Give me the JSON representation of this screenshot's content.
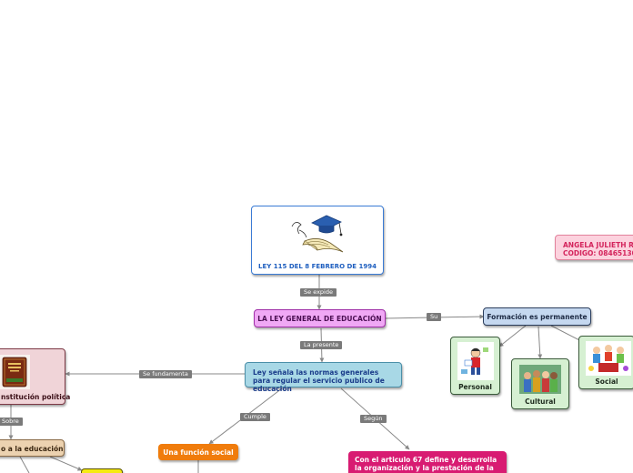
{
  "root": {
    "title": "LEY 115 DEL 8 FEBRERO DE 1994",
    "image": "graduation-cap-book-icon"
  },
  "links": {
    "se_expide": "Se expide",
    "la_presente": "La presente",
    "su": "Su",
    "se_fundamenta": "Se fundamenta",
    "cumple": "Cumple",
    "segun": "Según",
    "sobre": "Sobre"
  },
  "nodes": {
    "ley_general": "LA LEY GENERAL DE EDUCACIÓN",
    "formacion": "Formación es permanente",
    "personal": "Personal",
    "cultural": "Cultural",
    "social": "Social",
    "ley_senala": "Ley señala las normas generales para regular el servicio publico de educación",
    "constitucion": "nstitución política",
    "derecho": "o a la educación",
    "funcion_social": "Una función social",
    "articulo": "Con el articulo 67 define y desarrolla la organización y la prestación de la",
    "author": "ANGELA JULIETH RI",
    "codigo": "CODIGO: 08465130"
  },
  "colors": {
    "root_border": "#3a7bd5",
    "root_text": "#1f5fbf",
    "ley_general_bg": "#f0a8f5",
    "ley_general_border": "#a02fa8",
    "formacion_bg": "#c5d8f0",
    "formacion_border": "#2a3d5c",
    "child_bg": "#d6f0d2",
    "child_border": "#3a5a3a",
    "ley_senala_bg": "#a8d8e6",
    "ley_senala_border": "#4b8fa8",
    "ley_senala_text": "#1a3c8a",
    "constitucion_bg": "#f0d4d8",
    "constitucion_border": "#7d3a46",
    "derecho_bg": "#ecd2b0",
    "derecho_border": "#8a6a45",
    "funcion_bg": "#f07c0c",
    "articulo_bg": "#d81b72",
    "author_bg": "#fcd2de",
    "author_border": "#e2829c",
    "author_text": "#d4245c",
    "yellow_node": "#f5ea12",
    "line": "#888888"
  }
}
